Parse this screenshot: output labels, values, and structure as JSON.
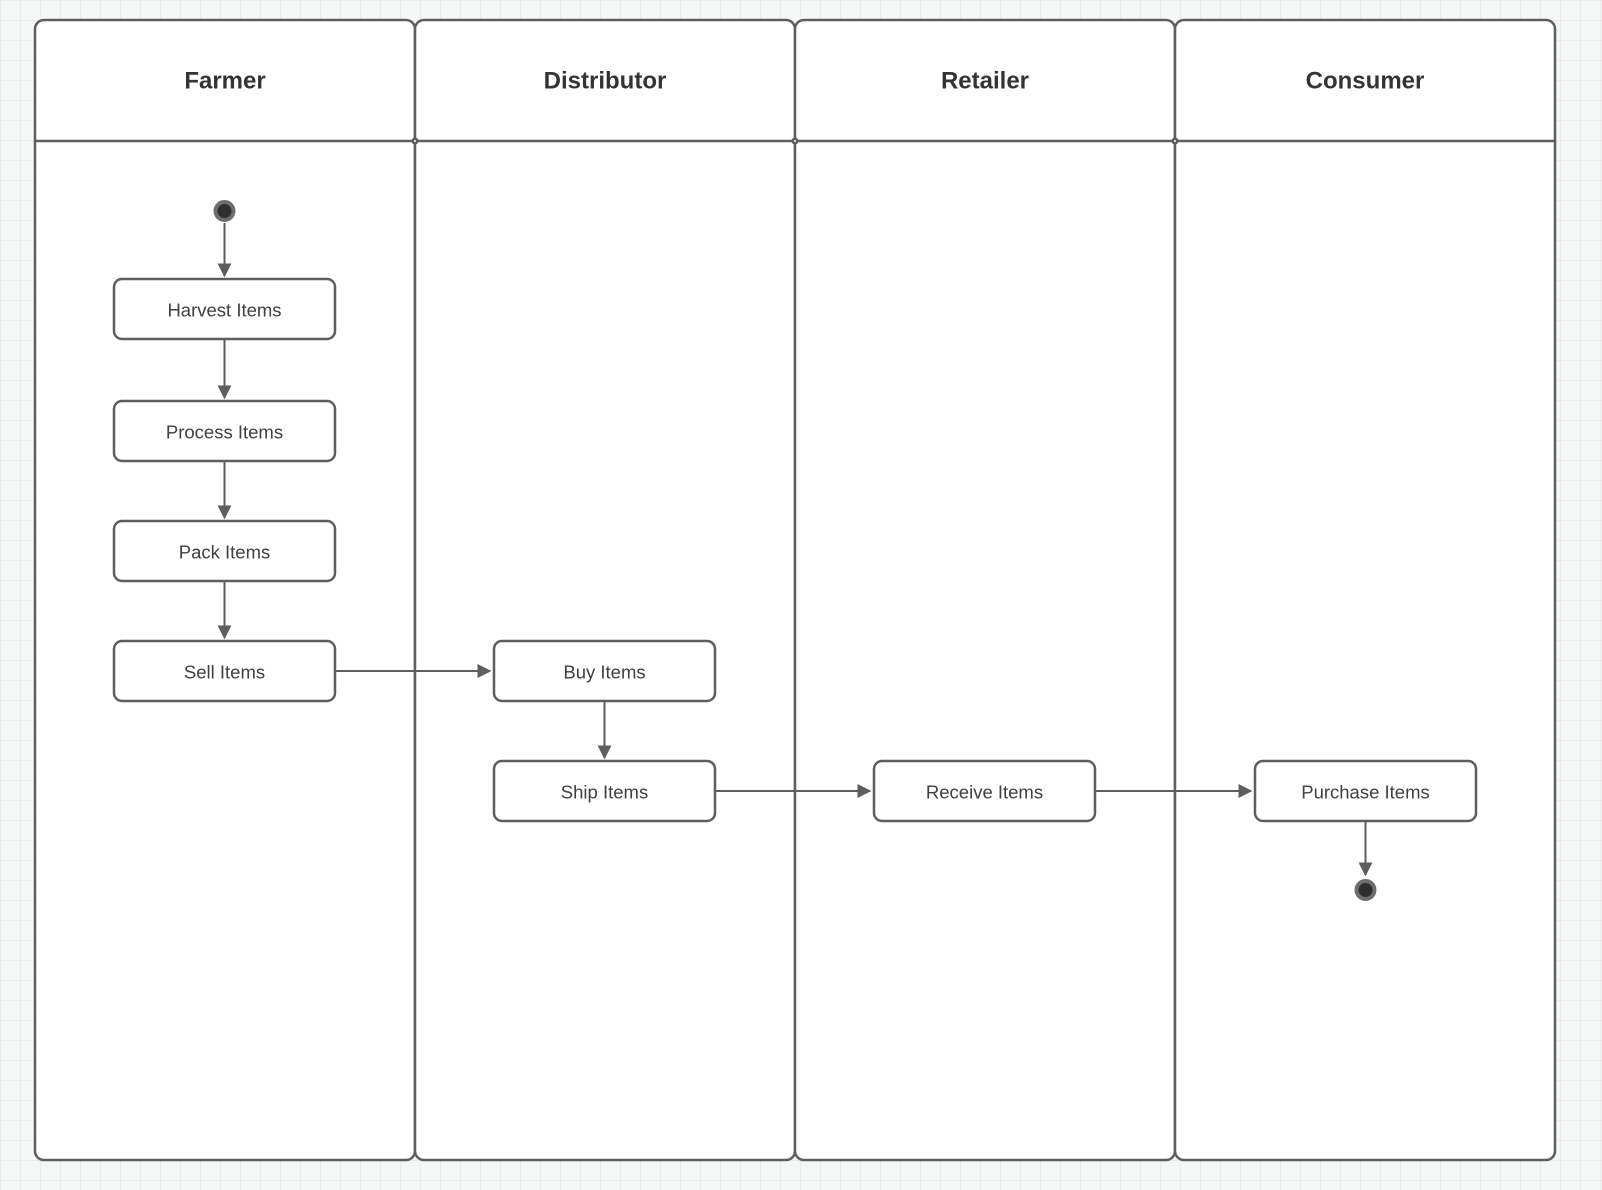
{
  "canvas": {
    "background_color": "#f5f6f6",
    "grid_line_color": "#ebebeb",
    "shape_stroke_color": "#5e5e5e",
    "shape_fill_color": "#ffffff",
    "terminal_fill_color": "#2e2e2e",
    "terminal_ring_color": "#6d6d6d",
    "title_text_color": "#343434",
    "label_text_color": "#3f3f3f"
  },
  "diagram": {
    "type": "swimlane-activity-diagram",
    "lanes": [
      {
        "id": "farmer",
        "title": "Farmer"
      },
      {
        "id": "distributor",
        "title": "Distributor"
      },
      {
        "id": "retailer",
        "title": "Retailer"
      },
      {
        "id": "consumer",
        "title": "Consumer"
      }
    ],
    "start_node": {
      "type": "initial",
      "lane": "farmer"
    },
    "end_node": {
      "type": "final",
      "lane": "consumer"
    },
    "activities": [
      {
        "id": "harvest",
        "lane": "farmer",
        "label": "Harvest Items"
      },
      {
        "id": "process",
        "lane": "farmer",
        "label": "Process Items"
      },
      {
        "id": "pack",
        "lane": "farmer",
        "label": "Pack Items"
      },
      {
        "id": "sell",
        "lane": "farmer",
        "label": "Sell Items"
      },
      {
        "id": "buy",
        "lane": "distributor",
        "label": "Buy Items"
      },
      {
        "id": "ship",
        "lane": "distributor",
        "label": "Ship Items"
      },
      {
        "id": "receive",
        "lane": "retailer",
        "label": "Receive Items"
      },
      {
        "id": "purchase",
        "lane": "consumer",
        "label": "Purchase Items"
      }
    ],
    "flows": [
      {
        "from": "start",
        "to": "harvest"
      },
      {
        "from": "harvest",
        "to": "process"
      },
      {
        "from": "process",
        "to": "pack"
      },
      {
        "from": "pack",
        "to": "sell"
      },
      {
        "from": "sell",
        "to": "buy"
      },
      {
        "from": "buy",
        "to": "ship"
      },
      {
        "from": "ship",
        "to": "receive"
      },
      {
        "from": "receive",
        "to": "purchase"
      },
      {
        "from": "purchase",
        "to": "end"
      }
    ]
  }
}
